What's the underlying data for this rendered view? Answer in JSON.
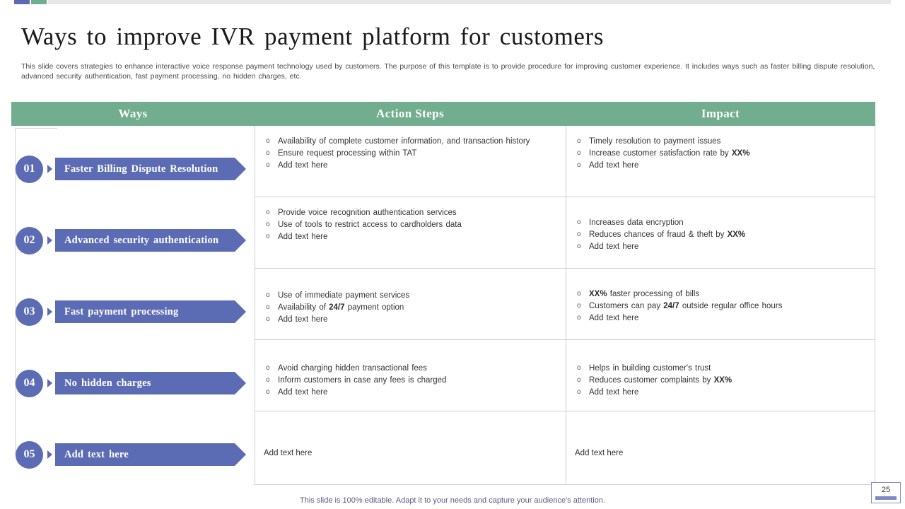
{
  "title": "Ways to improve IVR payment platform for customers",
  "subtitle": "This slide covers strategies to enhance interactive voice response payment technology used by customers. The purpose of this template is to provide procedure for improving customer experience. It includes ways such as faster billing dispute resolution, advanced security authentication, fast payment processing, no hidden charges, etc.",
  "header": {
    "ways": "Ways",
    "action_steps": "Action Steps",
    "impact": "Impact"
  },
  "colors": {
    "header_green": "#71ad8e",
    "accent_blue": "#5c6cb4",
    "accent_purple": "#5b6bb5"
  },
  "rows": [
    {
      "number": "01",
      "way": "Faster Billing Dispute Resolution",
      "action_steps": [
        "Availability of complete customer information, and transaction history",
        "Ensure request processing within TAT",
        "Add text here"
      ],
      "impact": [
        "Timely resolution to payment issues",
        "Increase customer satisfaction rate by XX%",
        "Add text here"
      ]
    },
    {
      "number": "02",
      "way": "Advanced security authentication",
      "action_steps": [
        "Provide voice recognition authentication services",
        "Use of tools to restrict access to cardholders data",
        "Add text here"
      ],
      "impact": [
        "Increases data encryption",
        "Reduces chances of fraud & theft by XX%",
        "Add text here"
      ]
    },
    {
      "number": "03",
      "way": "Fast payment processing",
      "action_steps": [
        "Use of immediate payment services",
        "Availability of 24/7 payment option",
        "Add text here"
      ],
      "impact": [
        "XX% faster processing of bills",
        "Customers can pay 24/7 outside regular office hours",
        "Add text here"
      ]
    },
    {
      "number": "04",
      "way": "No hidden charges",
      "action_steps": [
        "Avoid charging hidden transactional fees",
        "Inform customers in case any fees is charged",
        "Add text here"
      ],
      "impact": [
        "Helps in building customer's trust",
        "Reduces customer complaints by XX%",
        "Add text here"
      ]
    },
    {
      "number": "05",
      "way": "Add text here",
      "action_steps_plain": "Add text here",
      "impact_plain": "Add text here"
    }
  ],
  "footer_note": "This slide is 100% editable. Adapt it to your needs and capture your audience's attention.",
  "page_number": "25"
}
